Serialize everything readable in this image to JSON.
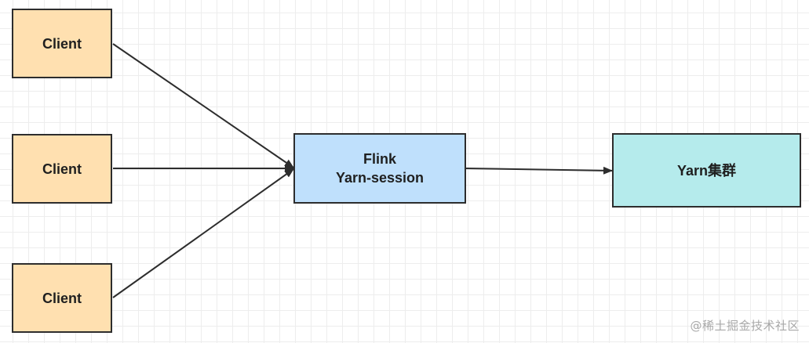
{
  "diagram": {
    "clients": [
      {
        "label": "Client"
      },
      {
        "label": "Client"
      },
      {
        "label": "Client"
      }
    ],
    "session": {
      "line1": "Flink",
      "line2": "Yarn-session"
    },
    "cluster": {
      "label": "Yarn集群"
    }
  },
  "colors": {
    "client_fill": "#ffe0b0",
    "session_fill": "#bfe0fc",
    "cluster_fill": "#b5ebec",
    "border": "#2d2d2d"
  },
  "watermark": "@稀土掘金技术社区"
}
